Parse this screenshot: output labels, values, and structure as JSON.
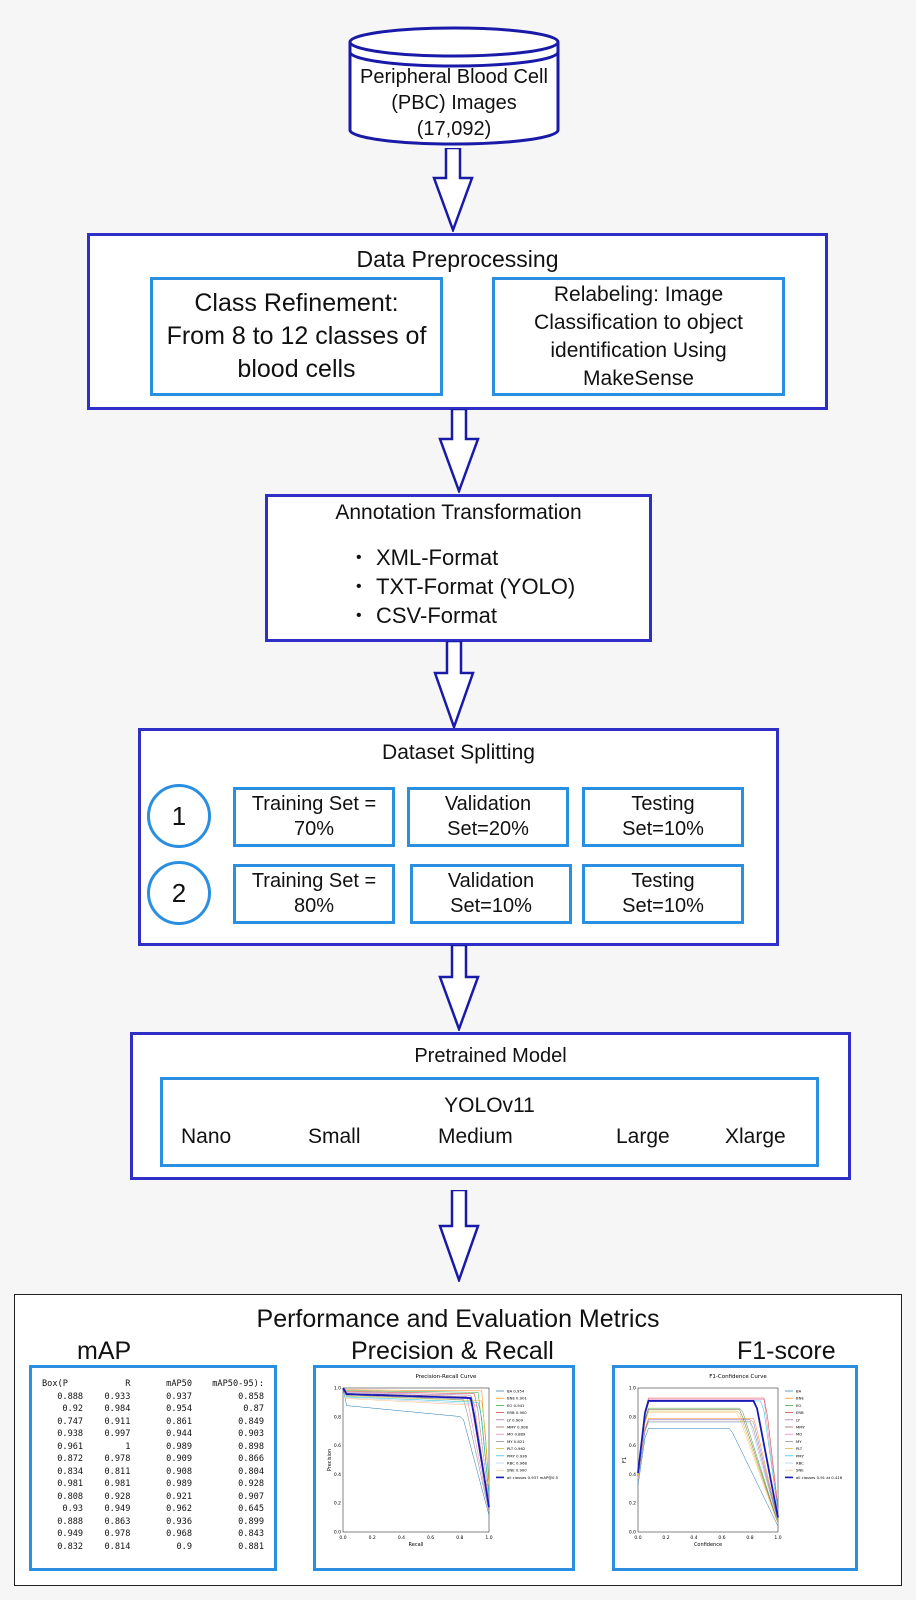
{
  "source": {
    "lines": [
      "Peripheral Blood Cell",
      "(PBC) Images",
      "(17,092)"
    ]
  },
  "preprocessing": {
    "title": "Data Preprocessing",
    "left_box": [
      "Class Refinement:",
      "From 8 to 12 classes of",
      "blood cells"
    ],
    "right_box": [
      "Relabeling: Image",
      "Classification to object",
      "identification Using",
      "MakeSense"
    ]
  },
  "annotation": {
    "title": "Annotation Transformation",
    "items": [
      "XML-Format",
      "TXT-Format (YOLO)",
      "CSV-Format"
    ]
  },
  "splitting": {
    "title": "Dataset Splitting",
    "rows": [
      {
        "number": "1",
        "train": [
          "Training Set =",
          "70%"
        ],
        "val": [
          "Validation",
          "Set=20%"
        ],
        "test": [
          "Testing",
          "Set=10%"
        ]
      },
      {
        "number": "2",
        "train": [
          "Training Set =",
          "80%"
        ],
        "val": [
          "Validation",
          "Set=10%"
        ],
        "test": [
          "Testing",
          "Set=10%"
        ]
      }
    ]
  },
  "model": {
    "title": "Pretrained Model",
    "name": "YOLOv11",
    "sizes": [
      "Nano",
      "Small",
      "Medium",
      "Large",
      "Xlarge"
    ]
  },
  "metrics": {
    "title": "Performance and Evaluation Metrics",
    "map_label": "mAP",
    "pr_label": "Precision & Recall",
    "f1_label": "F1-score",
    "map_table": {
      "headers": [
        "Box(P",
        "R",
        "mAP50",
        "mAP50-95):"
      ],
      "rows": [
        [
          "0.888",
          "0.933",
          "0.937",
          "0.858"
        ],
        [
          "0.92",
          "0.984",
          "0.954",
          "0.87"
        ],
        [
          "0.747",
          "0.911",
          "0.861",
          "0.849"
        ],
        [
          "0.938",
          "0.997",
          "0.944",
          "0.903"
        ],
        [
          "0.961",
          "1",
          "0.989",
          "0.898"
        ],
        [
          "0.872",
          "0.978",
          "0.909",
          "0.866"
        ],
        [
          "0.834",
          "0.811",
          "0.908",
          "0.804"
        ],
        [
          "0.981",
          "0.981",
          "0.989",
          "0.928"
        ],
        [
          "0.808",
          "0.928",
          "0.921",
          "0.907"
        ],
        [
          "0.93",
          "0.949",
          "0.962",
          "0.645"
        ],
        [
          "0.888",
          "0.863",
          "0.936",
          "0.899"
        ],
        [
          "0.949",
          "0.978",
          "0.968",
          "0.843"
        ],
        [
          "0.832",
          "0.814",
          "0.9",
          "0.881"
        ]
      ]
    },
    "pr_chart": {
      "title": "Precision-Recall Curve",
      "xlabel": "Recall",
      "ylabel": "Precision",
      "xticks": [
        "0.0",
        "0.2",
        "0.4",
        "0.6",
        "0.8",
        "1.0"
      ],
      "yticks": [
        "0.0",
        "0.2",
        "0.4",
        "0.6",
        "0.8",
        "1.0"
      ],
      "legend": [
        "BA 0.954",
        "BNE 0.901",
        "EO 0.941",
        "ERB 0.900",
        "LY 0.909",
        "MMY 0.908",
        "MO 0.889",
        "MY 0.821",
        "PLT 0.962",
        "PMY 0.936",
        "RBC 0.968",
        "SNE 0.900",
        "all classes 0.937 mAP@0.5"
      ]
    },
    "f1_chart": {
      "title": "F1-Confidence Curve",
      "xlabel": "Confidence",
      "ylabel": "F1",
      "xticks": [
        "0.0",
        "0.2",
        "0.4",
        "0.6",
        "0.8",
        "1.0"
      ],
      "yticks": [
        "0.0",
        "0.2",
        "0.4",
        "0.6",
        "0.8",
        "1.0"
      ],
      "legend": [
        "BA",
        "BNE",
        "EO",
        "ERB",
        "LY",
        "MMY",
        "MO",
        "MY",
        "PLT",
        "PMY",
        "RBC",
        "SNE",
        "all classes 0.91 at 0.416"
      ]
    }
  },
  "colors": {
    "dark_border": "#2f2fc8",
    "light_border": "#2a8fe0",
    "arrow": "#1a1aa8"
  }
}
